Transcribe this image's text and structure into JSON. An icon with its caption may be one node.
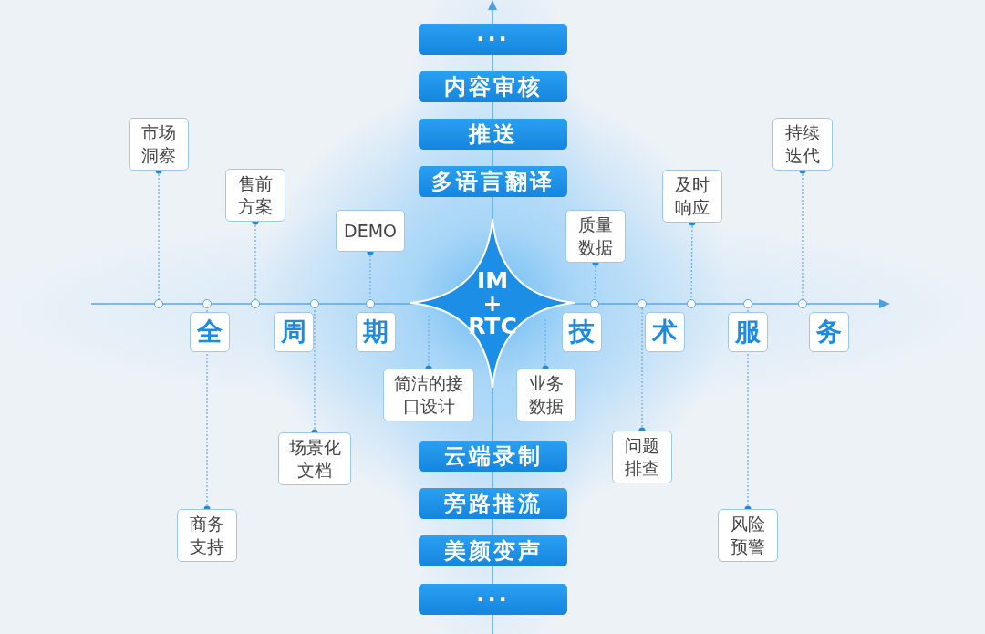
{
  "diagram": {
    "nodes": [
      {
        "text": [
          "···"
        ]
      },
      {
        "text": [
          "内容审核"
        ]
      },
      {
        "text": [
          "推送"
        ]
      },
      {
        "text": [
          "多语言翻译"
        ]
      },
      {
        "text": [
          "市场洞察"
        ]
      },
      {
        "text": [
          "售前方案"
        ]
      },
      {
        "text": [
          "DEMO"
        ]
      },
      {
        "text": [
          "IM + RTC"
        ]
      },
      {
        "text": [
          "质量数据"
        ]
      },
      {
        "text": [
          "及时响应"
        ]
      },
      {
        "text": [
          "持续迭代"
        ]
      },
      {
        "text": [
          "全"
        ]
      },
      {
        "text": [
          "周"
        ]
      },
      {
        "text": [
          "期"
        ]
      },
      {
        "text": [
          "技"
        ]
      },
      {
        "text": [
          "术"
        ]
      },
      {
        "text": [
          "服"
        ]
      },
      {
        "text": [
          "务"
        ]
      },
      {
        "text": [
          "简洁的接口设计"
        ]
      },
      {
        "text": [
          "业务数据"
        ]
      },
      {
        "text": [
          "场景化文档"
        ]
      },
      {
        "text": [
          "问题排查"
        ]
      },
      {
        "text": [
          "商务支持"
        ]
      },
      {
        "text": [
          "风险预警"
        ]
      },
      {
        "text": [
          "云端录制"
        ]
      },
      {
        "text": [
          "旁路推流"
        ]
      },
      {
        "text": [
          "美颜变声"
        ]
      },
      {
        "text": [
          "···"
        ]
      },
      {
        "text": [],
        "shape": "circle"
      },
      {
        "text": [],
        "shape": "circle"
      },
      {
        "text": [],
        "shape": "circle"
      },
      {
        "text": [],
        "shape": "circle"
      },
      {
        "text": [],
        "shape": "circle"
      },
      {
        "text": [],
        "shape": "circle"
      },
      {
        "text": [],
        "shape": "circle"
      },
      {
        "text": [],
        "shape": "circle"
      },
      {
        "text": [],
        "shape": "circle"
      },
      {
        "text": [],
        "shape": "circle"
      }
    ],
    "edges": [
      {
        "from": 4,
        "to": 28,
        "arrow": "other"
      },
      {
        "from": 5,
        "to": 30,
        "arrow": "other"
      },
      {
        "from": 6,
        "to": 32,
        "arrow": "other"
      },
      {
        "from": 8,
        "to": 33,
        "arrow": "other"
      },
      {
        "from": 9,
        "to": 35,
        "arrow": "other"
      },
      {
        "from": 10,
        "to": 37,
        "arrow": "other"
      },
      {
        "from": 18,
        "to": 7,
        "arrow": "other"
      },
      {
        "from": 19,
        "to": 7,
        "arrow": "other"
      },
      {
        "from": 20,
        "to": 31,
        "arrow": "other"
      },
      {
        "from": 21,
        "to": 34,
        "arrow": "other"
      },
      {
        "from": 22,
        "to": 29,
        "arrow": "other"
      },
      {
        "from": 23,
        "to": 36,
        "arrow": "other"
      }
    ]
  }
}
